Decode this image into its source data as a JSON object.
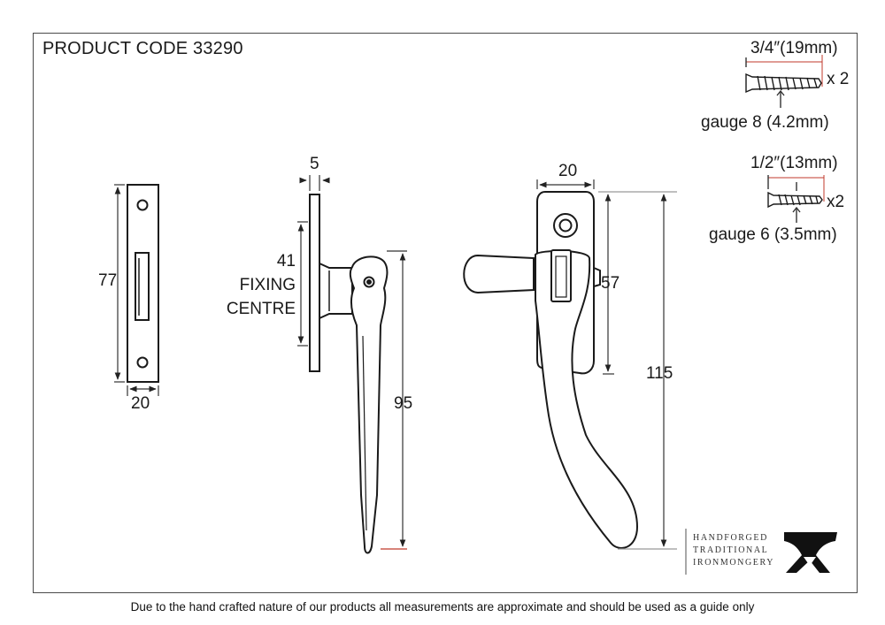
{
  "title": "PRODUCT CODE 33290",
  "screws": [
    {
      "length": "3/4″(19mm)",
      "qty": "x 2",
      "gauge": "gauge 8 (4.2mm)"
    },
    {
      "length": "1/2″(13mm)",
      "qty": "x2",
      "gauge": "gauge 6 (3.5mm)"
    }
  ],
  "keep_view": {
    "height": "77",
    "width": "20"
  },
  "side_view": {
    "plate_thickness": "5",
    "fixing_value": "41",
    "fixing_line1": "FIXING",
    "fixing_line2": "CENTRE",
    "length": "95"
  },
  "front_view": {
    "width": "20",
    "body_height": "57",
    "total_height": "115"
  },
  "brand": {
    "line1": "HANDFORGED",
    "line2": "TRADITIONAL",
    "line3": "IRONMONGERY",
    "logo": "anvil-a-logo"
  },
  "disclaimer": "Due to the hand crafted nature of our products all measurements are approximate and should be used as a guide only",
  "colors": {
    "line": "#1a1a1a",
    "dimension": "#333333",
    "extension_red": "#c0392b",
    "frame": "#4a4a4a"
  }
}
